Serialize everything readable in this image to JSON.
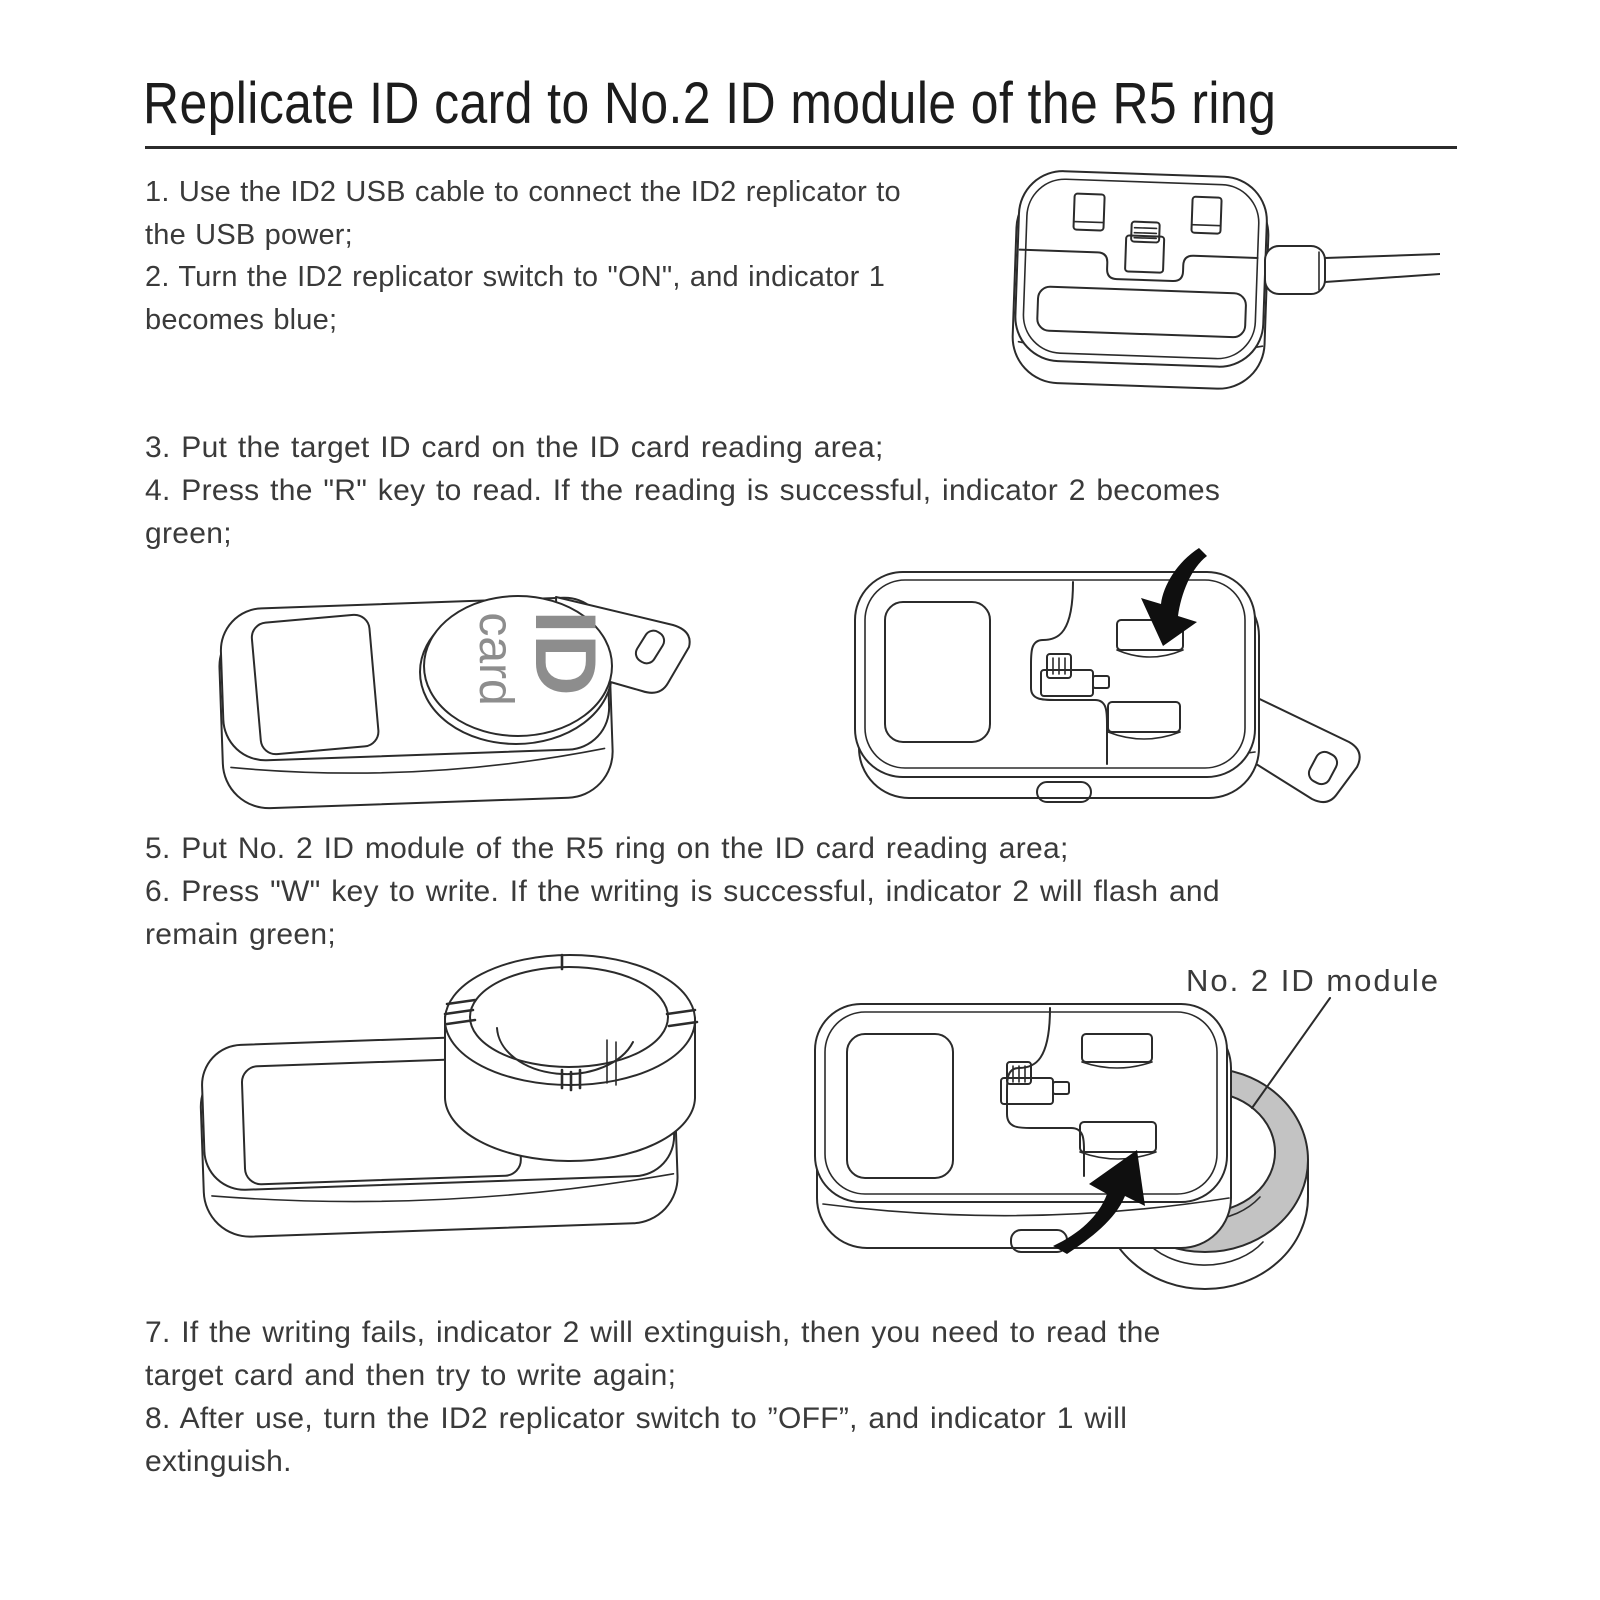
{
  "page": {
    "title": "Replicate ID card to No.2 ID module of the R5 ring",
    "steps": {
      "s1": [
        "1. Use the ID2 USB cable to connect the ID2 replicator to",
        "the USB power;"
      ],
      "s2": [
        "2. Turn the ID2 replicator switch to \"ON\", and indicator 1",
        "becomes blue;"
      ],
      "s3": [
        "3. Put the target ID card on the ID card reading area;"
      ],
      "s4": [
        "4. Press the \"R\" key to read. If the reading is successful, indicator 2 becomes",
        "green;"
      ],
      "s5": [
        "5. Put No. 2 ID module of the R5 ring on the ID card reading area;"
      ],
      "s6": [
        "6. Press \"W\" key to write. If the writing is successful, indicator 2 will flash and",
        "remain green;"
      ],
      "s7": [
        "7. If the writing fails, indicator 2 will extinguish, then you need to read the",
        "target card and then try to write again;"
      ],
      "s8": [
        "8. After use, turn the ID2 replicator switch to ”OFF”, and indicator 1 will",
        "extinguish."
      ]
    },
    "labels": {
      "fob_line1": "ID",
      "fob_line2": "card",
      "module_label": "No. 2 ID module"
    },
    "colors": {
      "ink": "#2b2b2b",
      "body_text": "#3a3a3a",
      "title_text": "#1c1c1c",
      "fob_text": "#8d8d8d",
      "module_fill": "#c3c3c3",
      "arrow_fill": "#0f0f0f"
    }
  }
}
